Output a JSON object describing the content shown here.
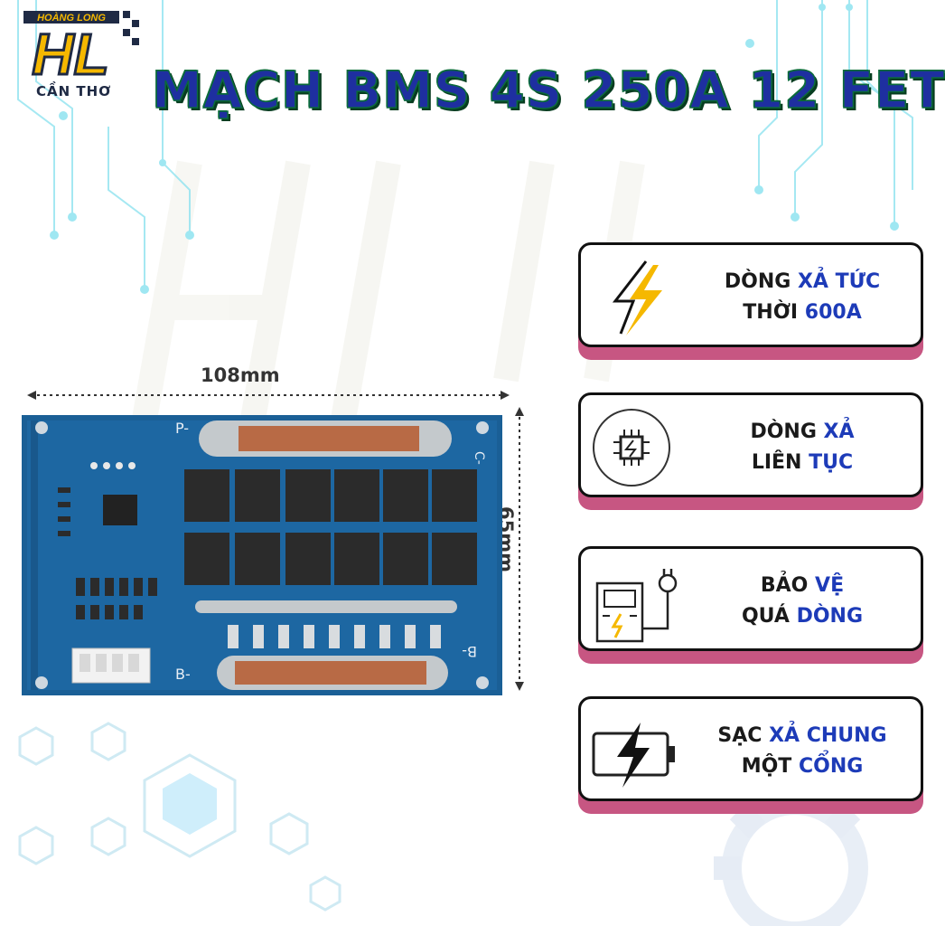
{
  "brand": {
    "logo_letters": "HL",
    "logo_name": "HOÀNG LONG",
    "city": "CẦN THƠ",
    "watermark": "HOÀNG LONG"
  },
  "title": "MẠCH BMS 4S 250A 12 FET",
  "dimensions": {
    "width": "108mm",
    "height": "65mm"
  },
  "pcb_labels": [
    "P-",
    "C-",
    "B-",
    "B-"
  ],
  "features": [
    {
      "icon": "lightning-icon",
      "line1_a": "DÒNG ",
      "line1_b": "XẢ TỨC",
      "line2_a": "THỜI ",
      "line2_b": "600A"
    },
    {
      "icon": "chip-icon",
      "line1_a": "DÒNG ",
      "line1_b": "XẢ",
      "line2_a": "LIÊN ",
      "line2_b": "TỤC"
    },
    {
      "icon": "meter-plug-icon",
      "line1_a": "BẢO ",
      "line1_b": "VỆ",
      "line2_a": "QUÁ ",
      "line2_b": "DÒNG"
    },
    {
      "icon": "battery-charge-icon",
      "line1_a": "SẠC ",
      "line1_b": "XẢ CHUNG",
      "line2_a": "MỘT ",
      "line2_b": "CỔNG"
    }
  ],
  "colors": {
    "title_fill": "#1e2fa0",
    "title_outline": "#0b6b3b",
    "card_shadow": "#c75682",
    "pcb": "#1a5f96",
    "accent_yellow": "#f5b800"
  }
}
